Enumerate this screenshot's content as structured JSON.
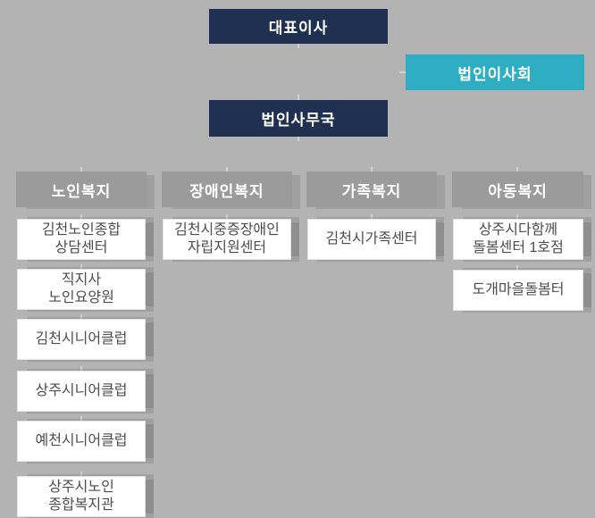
{
  "chart": {
    "type": "org-chart",
    "root": {
      "label": "대표이사"
    },
    "board": {
      "label": "법인이사회"
    },
    "office": {
      "label": "법인사무국"
    },
    "columns": [
      {
        "header": "노인복지",
        "items": [
          "김천노인종합\n상담센터",
          "직지사\n노인요양원",
          "김천시니어클럽",
          "상주시니어클럽",
          "예천시니어클럽",
          "상주시노인\n종합복지관"
        ]
      },
      {
        "header": "장애인복지",
        "items": [
          "김천시중증장애인\n자립지원센터"
        ]
      },
      {
        "header": "가족복지",
        "items": [
          "김천시가족센터"
        ]
      },
      {
        "header": "아동복지",
        "items": [
          "상주시다함께\n돌봄센터 1호점",
          "도개마을돌봄터"
        ]
      }
    ]
  },
  "colors": {
    "background": "#b3b3b3",
    "primary_navy": "#1f3050",
    "accent_teal": "#2fadc2",
    "column_header_gray": "#9b9b9b",
    "box_background": "#ffffff",
    "box_text": "#4d4d4d",
    "connector": "#ced3d8"
  }
}
